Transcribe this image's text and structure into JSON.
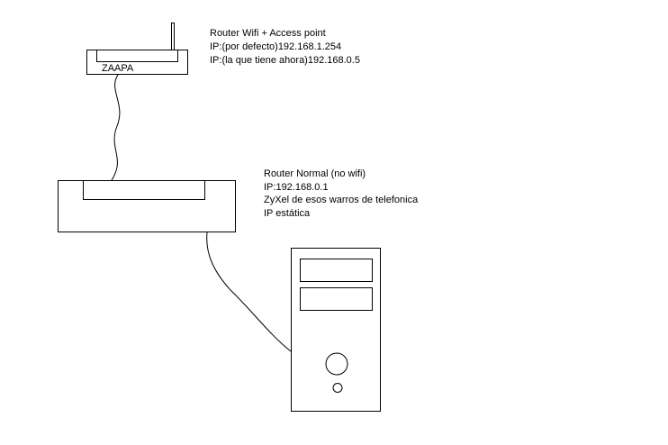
{
  "wifi_router": {
    "brand_label": "ZAAPA",
    "info": [
      "Router Wifi + Access point",
      "IP:(por defecto)192.168.1.254",
      "IP:(la que tiene ahora)192.168.0.5"
    ]
  },
  "normal_router": {
    "info": [
      "Router Normal (no wifi)",
      "IP:192.168.0.1",
      "ZyXel de esos warros de telefonica",
      "IP estática"
    ]
  }
}
